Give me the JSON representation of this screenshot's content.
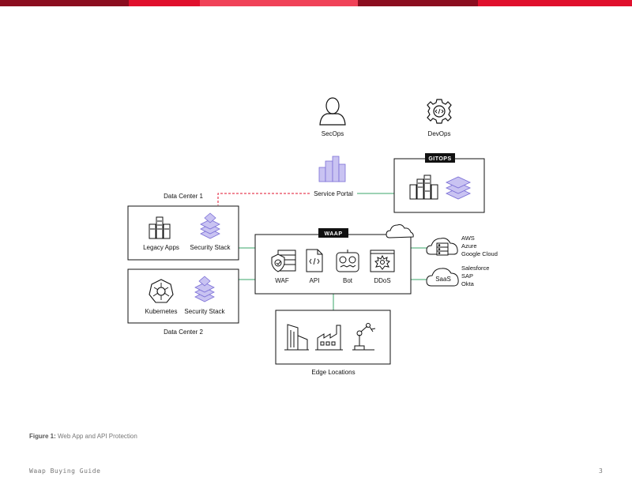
{
  "colors": {
    "bar_1": "#8b0d1f",
    "bar_2": "#e0102d",
    "bar_3": "#f04258",
    "bar_4": "#8b0d1f",
    "bar_5": "#e0102d",
    "accent_purple": "#7b6fd6",
    "connector_green": "#3aa66a",
    "connector_red": "#e0102d"
  },
  "nodes": {
    "secops": "SecOps",
    "devops": "DevOps",
    "service_portal": "Service Portal",
    "gitops": "GITOPS",
    "dc1_title": "Data Center 1",
    "dc1_legacy": "Legacy Apps",
    "dc1_security": "Security Stack",
    "dc2_kubernetes": "Kubernetes",
    "dc2_security": "Security Stack",
    "dc2_title": "Data Center 2",
    "waap": "WAAP",
    "waf": "WAF",
    "api": "API",
    "bot": "Bot",
    "ddos": "DDoS",
    "edge": "Edge Locations",
    "saas": "SaaS",
    "cloud_list": [
      "AWS",
      "Azure",
      "Google Cloud"
    ],
    "saas_list": [
      "Salesforce",
      "SAP",
      "Okta"
    ]
  },
  "caption": {
    "label": "Figure 1:",
    "text": "Web App and API Protection"
  },
  "footer": {
    "title": "Waap Buying Guide",
    "page": "3"
  }
}
